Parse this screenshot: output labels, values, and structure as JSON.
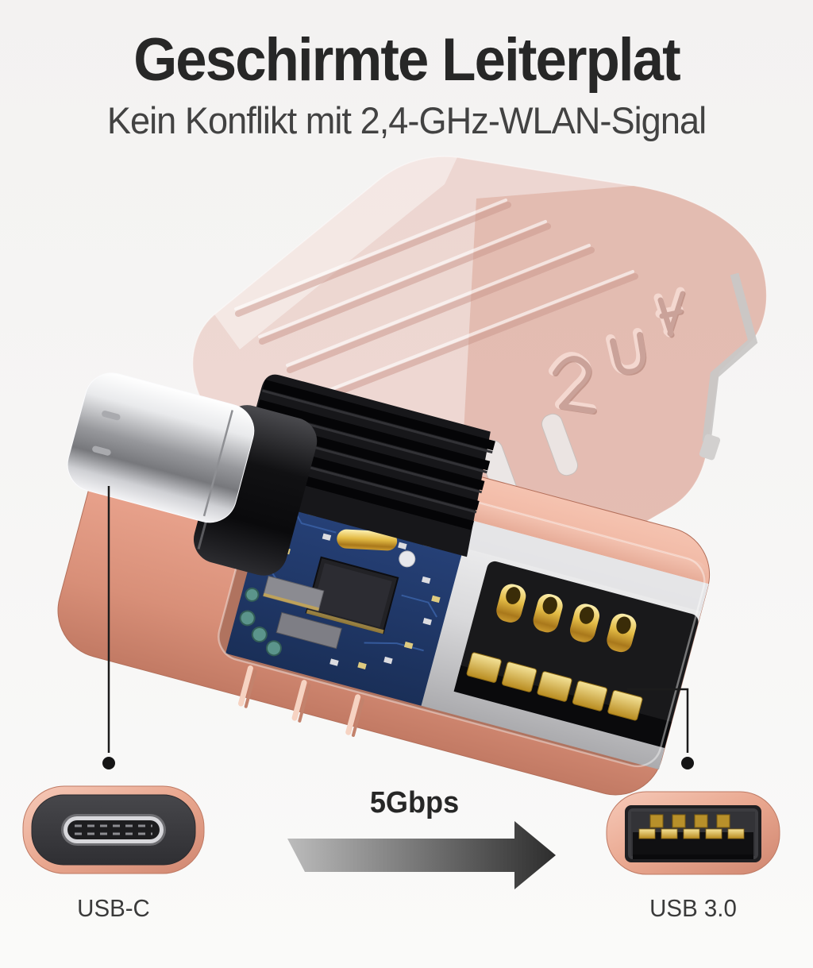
{
  "header": {
    "title": "Geschirmte Leiterplat",
    "subtitle": "Kein Konflikt mit 2,4-GHz-WLAN-Signal"
  },
  "connectors": {
    "left": {
      "label": "USB-C",
      "icon": "usb-c-port-icon"
    },
    "right": {
      "label": "USB 3.0",
      "icon": "usb-a-port-icon"
    },
    "speed_label": "5Gbps",
    "arrow_icon": "speed-arrow-icon",
    "arrow_direction": "left-to-right"
  },
  "render": {
    "subject_icon": "usb-c-to-usb-a-adapter-exploded-render",
    "callouts": [
      {
        "name": "usb-c-callout",
        "style": "line-with-dot"
      },
      {
        "name": "usb-3-callout",
        "style": "elbow-line-with-dot"
      }
    ]
  },
  "colors": {
    "background": "#f6f5f4",
    "title_text": "#272727",
    "subtitle_text": "#424242",
    "rose_gold": "#e8a28c",
    "rose_gold_light": "#f5c3b0",
    "rose_gold_dark": "#c27a64",
    "translucent_cover": "#e6bcb2",
    "pcb_blue": "#203a6a",
    "gold_contacts": "#e3bb45",
    "silver": "#d9d9db",
    "black_plastic": "#17171a",
    "callout_line": "#1c1c1c",
    "arrow_light": "#bcbcbc",
    "arrow_dark": "#2d2d2d"
  }
}
